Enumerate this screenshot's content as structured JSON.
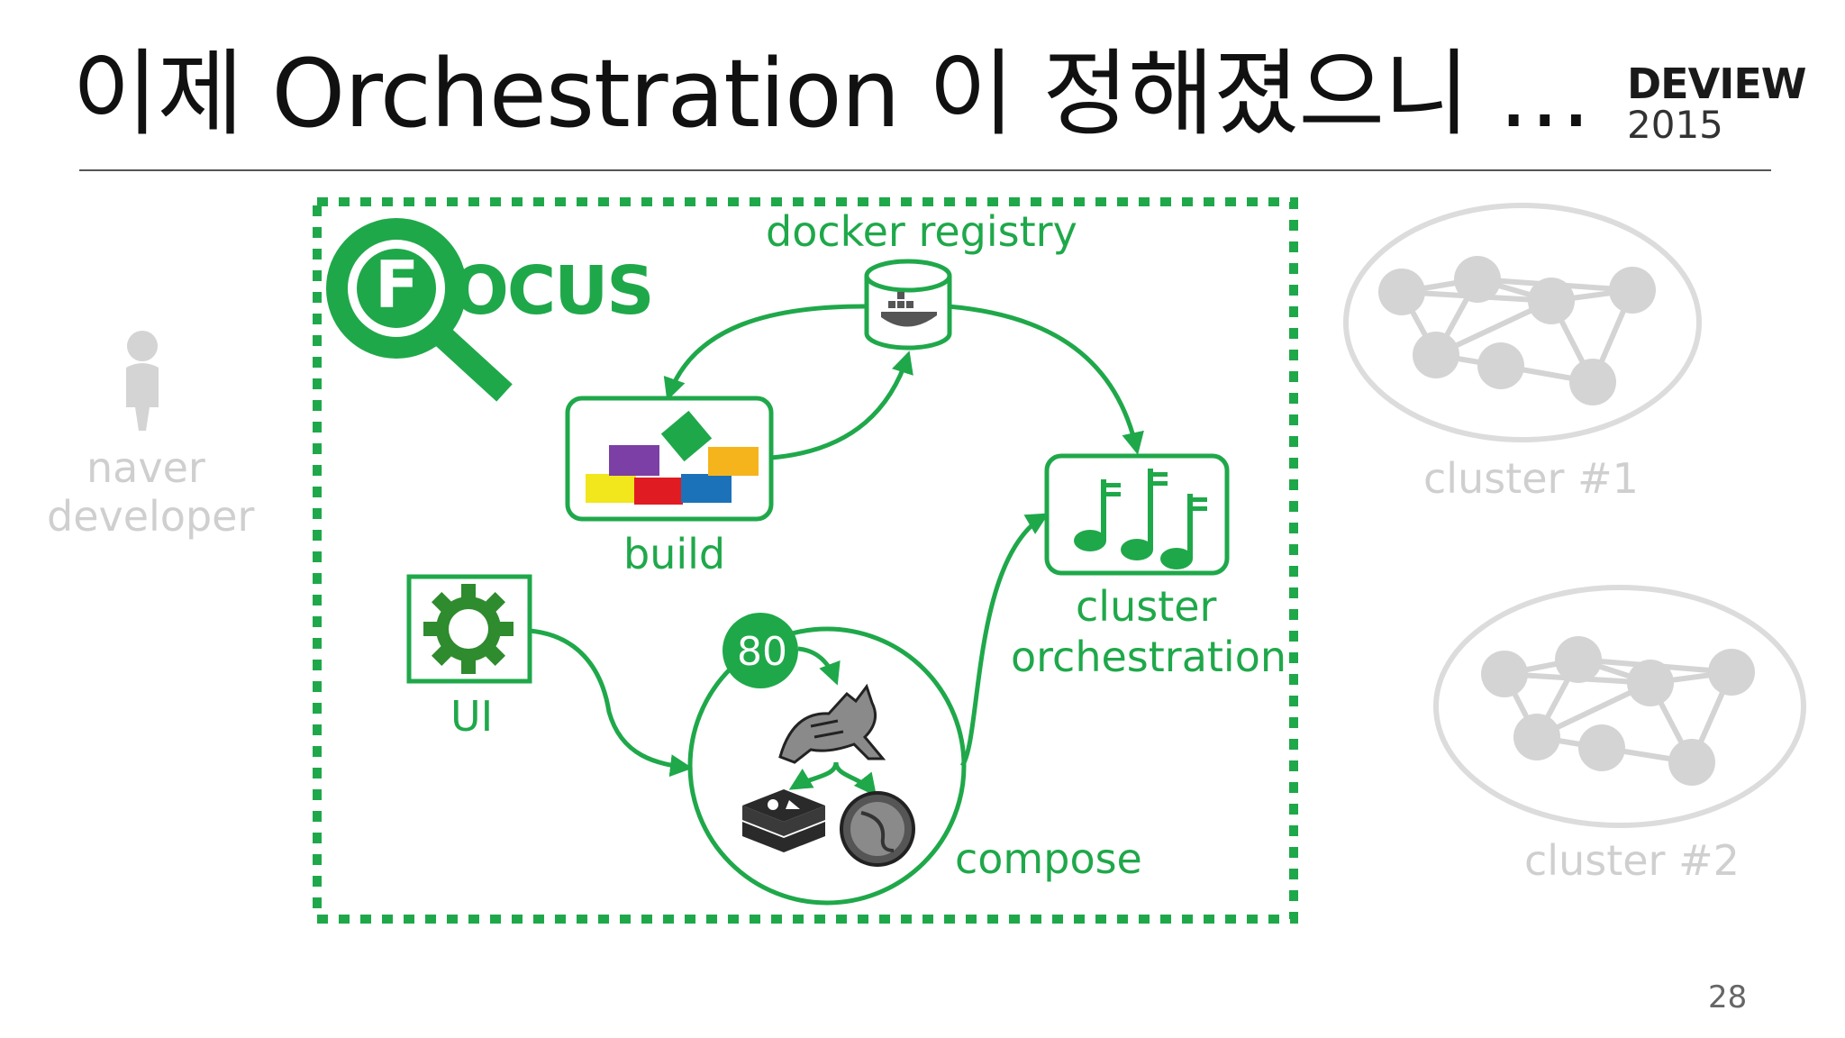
{
  "slide": {
    "title": "이제 Orchestration 이 정해졌으니 …",
    "brand_line1": "DEVIEW",
    "brand_line2": "2015",
    "page_number": "28"
  },
  "focus": {
    "letter": "F",
    "rest": "OCUS"
  },
  "labels": {
    "docker_registry": "docker registry",
    "build": "build",
    "ui": "UI",
    "cluster_orchestration_line1": "cluster",
    "cluster_orchestration_line2": "orchestration",
    "compose": "compose",
    "port": "80",
    "naver_line1": "naver",
    "naver_line2": "developer",
    "cluster1": "cluster #1",
    "cluster2": "cluster #2"
  },
  "colors": {
    "accent_green": "#1fa84a",
    "muted_gray": "#d4d4d4"
  }
}
